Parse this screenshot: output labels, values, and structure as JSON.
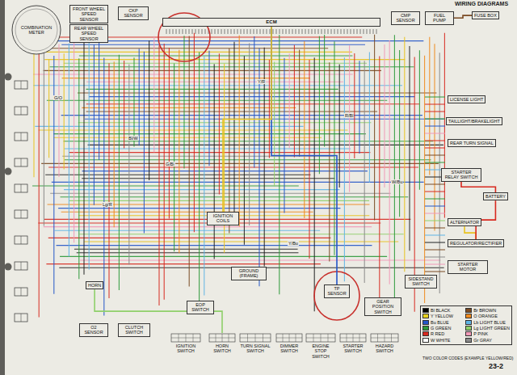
{
  "diagram": {
    "title": "WIRING DIAGRAMS",
    "nodes": [
      {
        "text": [
          "COMBINATION METER"
        ]
      },
      {
        "text": [
          "FRONT WHEEL SPEED SENSOR"
        ]
      },
      {
        "text": [
          "REAR WHEEL SPEED SENSOR"
        ]
      },
      {
        "text": [
          "CKP SENSOR"
        ]
      },
      {
        "text": [
          "ECM"
        ]
      },
      {
        "text": [
          "CMP SENSOR"
        ]
      },
      {
        "text": [
          "FUEL PUMP"
        ]
      },
      {
        "text": [
          "FUSE BOX"
        ]
      },
      {
        "text": [
          "IGNITION COILS"
        ]
      },
      {
        "text": [
          "HORN"
        ]
      },
      {
        "text": [
          "O2 SENSOR"
        ]
      },
      {
        "text": [
          "CLUTCH SWITCH"
        ]
      },
      {
        "text": [
          "GROUND (FRAME)"
        ]
      },
      {
        "text": [
          "EOP SWITCH"
        ]
      },
      {
        "text": [
          "TP SENSOR"
        ]
      },
      {
        "text": [
          "GEAR POSITION SWITCH"
        ]
      },
      {
        "text": [
          "LICENSE LIGHT"
        ]
      },
      {
        "text": [
          "TAILLIGHT/BRAKELIGHT"
        ]
      },
      {
        "text": [
          "REAR TURN SIGNAL"
        ]
      },
      {
        "text": [
          "STARTER RELAY SWITCH"
        ]
      },
      {
        "text": [
          "BATTERY"
        ]
      },
      {
        "text": [
          "ALTERNATOR"
        ]
      },
      {
        "text": [
          "REGULATOR/RECTIFIER"
        ]
      },
      {
        "text": [
          "STARTER MOTOR"
        ]
      },
      {
        "text": [
          "IGNITION SWITCH"
        ]
      },
      {
        "text": [
          "HORN SWITCH"
        ]
      },
      {
        "text": [
          "TURN SIGNAL SWITCH"
        ]
      },
      {
        "text": [
          "DIMMER SWITCH"
        ]
      },
      {
        "text": [
          "ENGINE STOP SWITCH"
        ]
      },
      {
        "text": [
          "STARTER SWITCH"
        ]
      },
      {
        "text": [
          "HAZARD SWITCH"
        ]
      },
      {
        "text": [
          "SIDESTAND SWITCH"
        ]
      }
    ],
    "edges": [
      {
        "from": 21,
        "to": 22,
        "arrow": "none"
      },
      {
        "from": 22,
        "to": 20,
        "arrow": "none"
      },
      {
        "from": 20,
        "to": 19,
        "arrow": "none"
      },
      {
        "from": 7,
        "to": 6,
        "arrow": "none"
      },
      {
        "from": 4,
        "to": 14,
        "arrow": "none"
      },
      {
        "from": 4,
        "to": 8,
        "arrow": "none"
      },
      {
        "from": 9,
        "to": 25,
        "arrow": "none"
      }
    ],
    "labels": [
      "23-2",
      "TWO COLOR CODES (EXAMPLE YELLOW/RED)",
      "G/O",
      "Bl/W",
      "Y/R",
      "R/Bl",
      "W/Bu",
      "Lg/R",
      "Y/Bu",
      "G/Bl"
    ],
    "legend": [
      {
        "text": "Bl BLACK",
        "color": "#000000"
      },
      {
        "text": "Br BROWN",
        "color": "#7a4a22"
      },
      {
        "text": "Y YELLOW",
        "color": "#e8d21e"
      },
      {
        "text": "O ORANGE",
        "color": "#f08a1c"
      },
      {
        "text": "Bu BLUE",
        "color": "#2456c8"
      },
      {
        "text": "Lb LIGHT BLUE",
        "color": "#5fb4e6"
      },
      {
        "text": "G GREEN",
        "color": "#2e9a3a"
      },
      {
        "text": "Lg LIGHT GREEN",
        "color": "#8fd06a"
      },
      {
        "text": "R RED",
        "color": "#d8291f"
      },
      {
        "text": "P PINK",
        "color": "#f29ab8"
      },
      {
        "text": "W WHITE",
        "color": "#ffffff"
      },
      {
        "text": "Gr GRAY",
        "color": "#8a8a8a"
      }
    ]
  }
}
